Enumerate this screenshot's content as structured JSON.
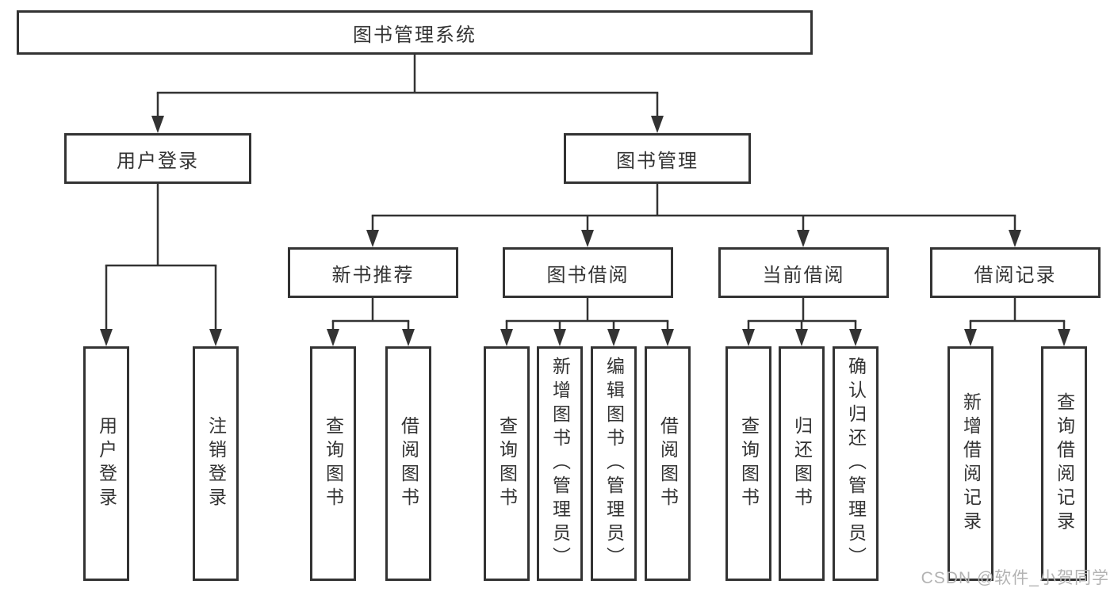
{
  "nodes": {
    "root": "图书管理系统",
    "level2": {
      "user_login": "用户登录",
      "book_mgmt": "图书管理"
    },
    "level3": {
      "new_book_recommend": "新书推荐",
      "book_borrow": "图书借阅",
      "current_borrow": "当前借阅",
      "borrow_records": "借阅记录"
    },
    "leaves": {
      "login_user_login": "用户登录",
      "login_logout": "注销登录",
      "recommend_query_books": "查询图书",
      "recommend_borrow_books": "借阅图书",
      "borrow_query_books": "查询图书",
      "borrow_add_books_admin": "新增图书（管理员）",
      "borrow_edit_books_admin": "编辑图书（管理员）",
      "borrow_borrow_books": "借阅图书",
      "current_query_books": "查询图书",
      "current_return_books": "归还图书",
      "current_confirm_return_admin": "确认归还（管理员）",
      "records_add_record": "新增借阅记录",
      "records_query_record": "查询借阅记录"
    }
  },
  "watermark": "CSDN @软件_小贺同学",
  "colors": {
    "line": "#333333",
    "box_border": "#333333",
    "text": "#333333",
    "watermark": "#b3b3b3",
    "background": "#ffffff"
  }
}
